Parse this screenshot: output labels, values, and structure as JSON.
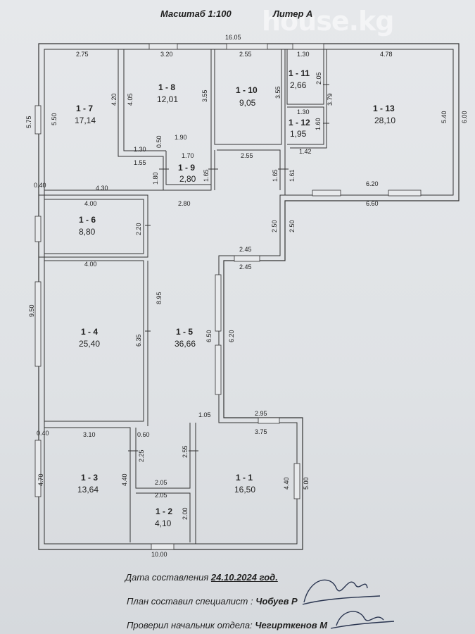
{
  "header": {
    "scale": "Масштаб 1:100",
    "liter": "Литер  А"
  },
  "watermark": "house.kg",
  "rooms": [
    {
      "id": "1 - 7",
      "area": "17,14"
    },
    {
      "id": "1 - 8",
      "area": "12,01"
    },
    {
      "id": "1 - 10",
      "area": "9,05"
    },
    {
      "id": "1 - 11",
      "area": "2,66"
    },
    {
      "id": "1 - 12",
      "area": "1,95"
    },
    {
      "id": "1 - 13",
      "area": "28,10"
    },
    {
      "id": "1 - 9",
      "area": "2,80"
    },
    {
      "id": "1 - 6",
      "area": "8,80"
    },
    {
      "id": "1 - 4",
      "area": "25,40"
    },
    {
      "id": "1 - 5",
      "area": "36,66"
    },
    {
      "id": "1 - 3",
      "area": "13,64"
    },
    {
      "id": "1 - 2",
      "area": "4,10"
    },
    {
      "id": "1 - 1",
      "area": "16,50"
    }
  ],
  "dimensions": [
    "16.05",
    "2.75",
    "3.20",
    "2.55",
    "1.30",
    "4.78",
    "5.75",
    "5.50",
    "4.20",
    "4.05",
    "3.55",
    "3.55",
    "2.05",
    "3.79",
    "5.40",
    "6.00",
    "1.30",
    "1.60",
    "1.42",
    "1.90",
    "0.50",
    "1.30",
    "1.70",
    "2.55",
    "1.55",
    "1.80",
    "1.65",
    "1.65",
    "1.61",
    "0.40",
    "4.30",
    "6.20",
    "6.60",
    "4.00",
    "2.80",
    "2.20",
    "2.50",
    "2.50",
    "2.45",
    "2.45",
    "4.00",
    "8.95",
    "9.50",
    "6.35",
    "6.50",
    "6.20",
    "1.05",
    "2.95",
    "0.40",
    "3.10",
    "0.60",
    "3.75",
    "2.25",
    "2.55",
    "4.70",
    "4.40",
    "4.40",
    "5.00",
    "2.05",
    "2.05",
    "2.00",
    "10.00"
  ],
  "footer": {
    "date_label": "Дата составления",
    "date_value": "24.10.2024 год.",
    "composed_label": "План составил специалист :",
    "composed_name": "Чобуев Р",
    "checked_label": "Проверил   начальник отдела:",
    "checked_name": "Чегирткенов М"
  }
}
